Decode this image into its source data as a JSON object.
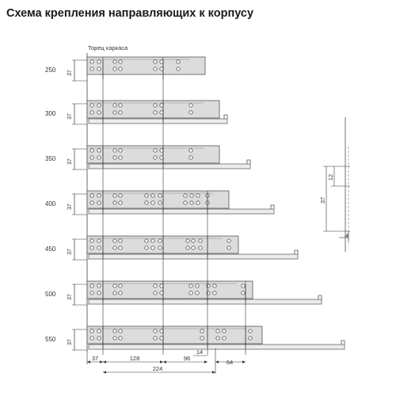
{
  "title": "Схема крепления направляющих к корпусу",
  "frame_label": "Торец каркаса",
  "sizes": [
    "250",
    "300",
    "350",
    "400",
    "450",
    "500",
    "550"
  ],
  "height_label": "37",
  "bottom_dims": {
    "d37": "37",
    "d128": "128",
    "d224": "224",
    "d96": "96",
    "d14": "14",
    "d64": "64"
  },
  "side_view": {
    "d12": "12",
    "d37": "37",
    "d4": "4"
  },
  "colors": {
    "slide_fill": "#dcdcdc",
    "slide_stroke": "#555555",
    "bar_fill": "#ececec",
    "line": "#333333"
  }
}
